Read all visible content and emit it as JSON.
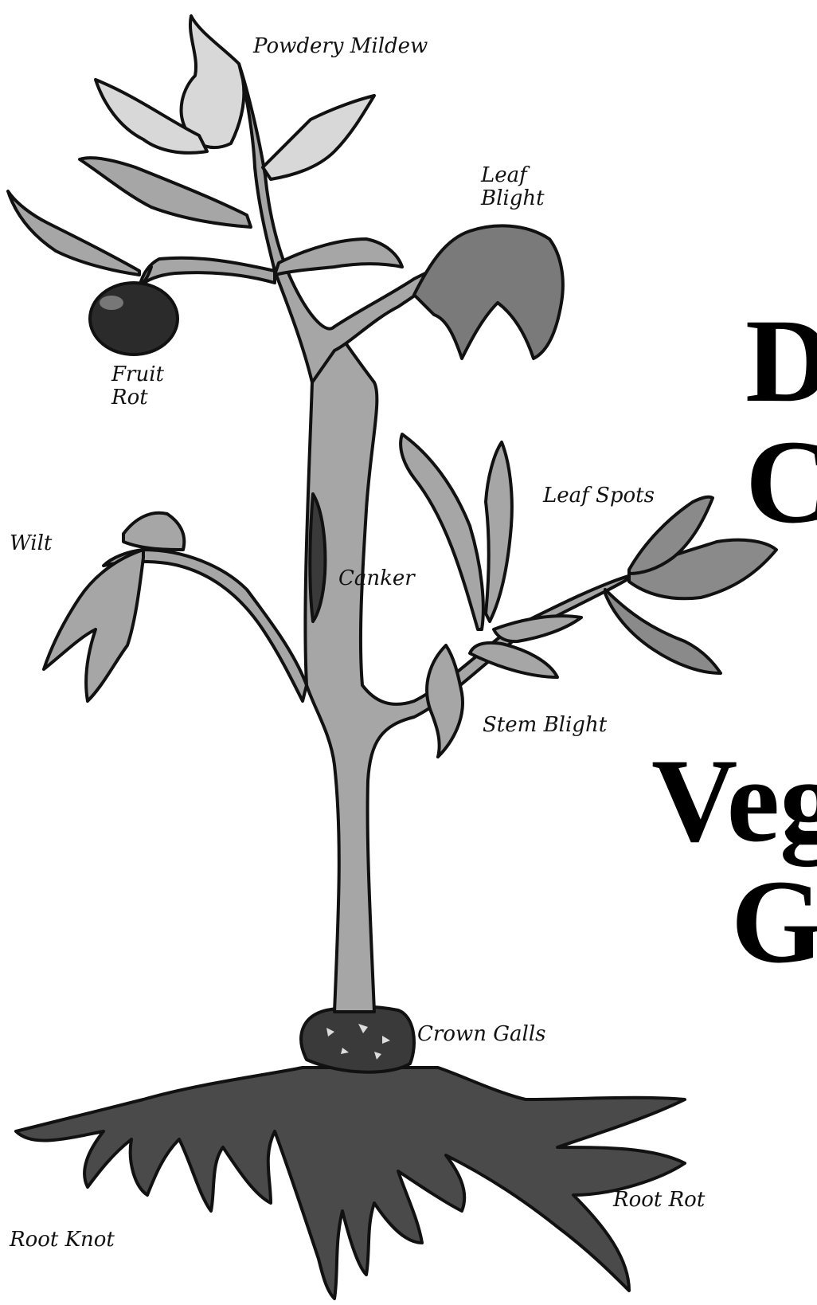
{
  "labels": {
    "powdery_mildew": "Powdery Mildew",
    "leaf_blight": [
      "Leaf",
      "Blight"
    ],
    "fruit_rot": [
      "Fruit",
      "Rot"
    ],
    "leaf_spots": "Leaf Spots",
    "wilt": "Wilt",
    "canker": "Canker",
    "stem_blight": "Stem Blight",
    "crown_galls": "Crown Galls",
    "root_rot": "Root Rot",
    "root_knot": "Root Knot"
  },
  "title_fragments": {
    "line1": "D",
    "line2": "C",
    "line3": "Veg",
    "line4": "G"
  },
  "colors": {
    "plant_fill": "#a6a6a6",
    "root_fill": "#4a4a4a",
    "outline": "#111111",
    "fruit": "#2b2b2b"
  }
}
